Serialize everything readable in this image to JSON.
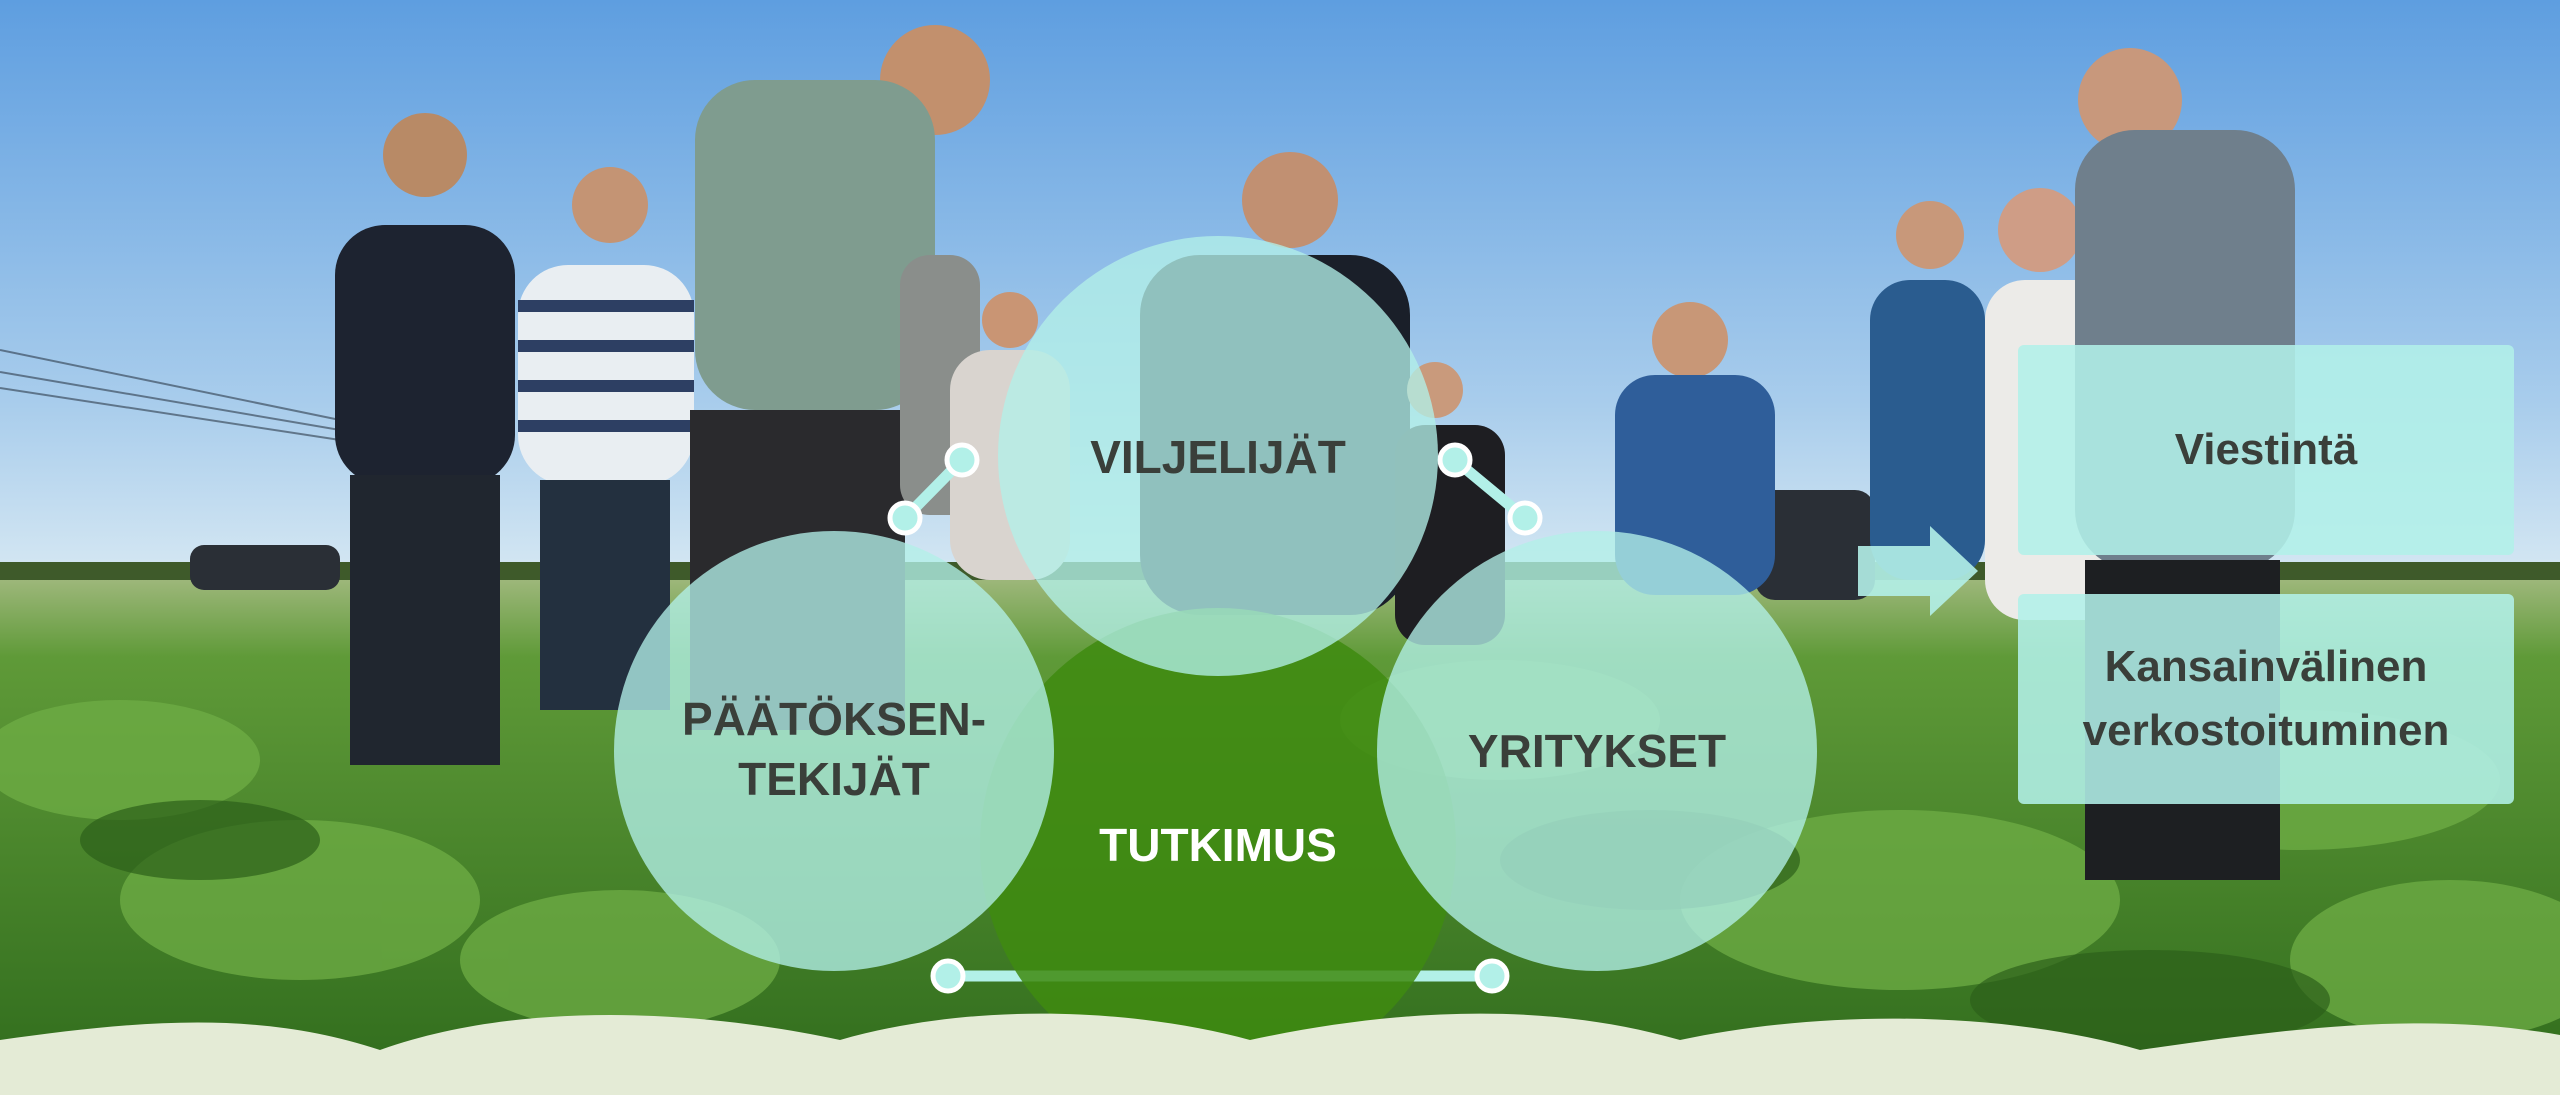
{
  "diagram": {
    "circles": [
      {
        "id": "viljelijat",
        "label": "VILJELIJÄT"
      },
      {
        "id": "paatoksentekijat",
        "label": "PÄÄTÖKSEN-\nTEKIJÄT"
      },
      {
        "id": "yritykset",
        "label": "YRITYKSET"
      },
      {
        "id": "tutkimus",
        "label": "TUTKIMUS"
      }
    ],
    "boxes": [
      {
        "id": "viestinta",
        "label": "Viestintä"
      },
      {
        "id": "verkostoituminen",
        "label": "Kansainvälinen\nverkostoituminen"
      }
    ]
  },
  "colors": {
    "sky": "#7fb3e4",
    "field": "#4f8f2e",
    "circle_light": "#b2f0e8",
    "circle_center": "#3f8a10",
    "wave": "#e4ebd6",
    "label_dark": "#3a3f3a"
  }
}
